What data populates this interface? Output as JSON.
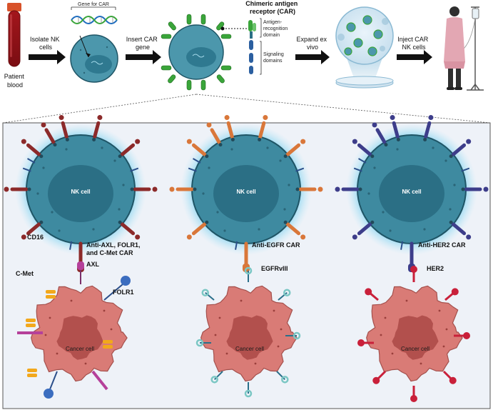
{
  "top": {
    "patient_blood": [
      "Patient",
      "blood"
    ],
    "isolate": [
      "Isolate NK",
      "cells"
    ],
    "gene_for_car": "Gene for CAR",
    "insert": [
      "Insert CAR",
      "gene"
    ],
    "car_title": [
      "Chimeric antigen",
      "receptor (CAR)"
    ],
    "antigen_domain": [
      "Antigen-",
      "recognition",
      "domain"
    ],
    "signaling_domain": [
      "Signaling",
      "domains"
    ],
    "expand": [
      "Expand ex",
      "vivo"
    ],
    "inject": [
      "Inject CAR",
      "NK cells"
    ]
  },
  "panels": [
    {
      "nk_label": "NK cell",
      "cancer_label": "Cancer cell",
      "cd16": "CD16",
      "car_label": [
        "Anti-AXL, FOLR1,",
        "and C-Met CAR"
      ],
      "antigens": {
        "axl": "AXL",
        "cmet": "C-Met",
        "folr1": "FOLR1"
      },
      "car_color": "#8c2a2a"
    },
    {
      "nk_label": "NK cell",
      "cancer_label": "Cancer cell",
      "car_label": [
        "Anti-EGFR CAR"
      ],
      "antigens": {
        "egfr": "EGFRvIII"
      },
      "car_color": "#d9773a"
    },
    {
      "nk_label": "NK cell",
      "cancer_label": "Cancer cell",
      "car_label": [
        "Anti-HER2 CAR"
      ],
      "antigens": {
        "her2": "HER2"
      },
      "car_color": "#3d3d8a"
    }
  ],
  "colors": {
    "nk_cell": "#3e8aa0",
    "nk_nucleus": "#2b6f85",
    "cancer_cell": "#d97b76",
    "cancer_nucleus": "#b2504d",
    "car_green": "#3aa53a",
    "panel_bg": "#eef2f8",
    "cmet": "#f2a81c",
    "folr1": "#3b6dbf",
    "axl": "#b5409a",
    "egfr": "#7bc7c4",
    "her2": "#c9203a"
  }
}
